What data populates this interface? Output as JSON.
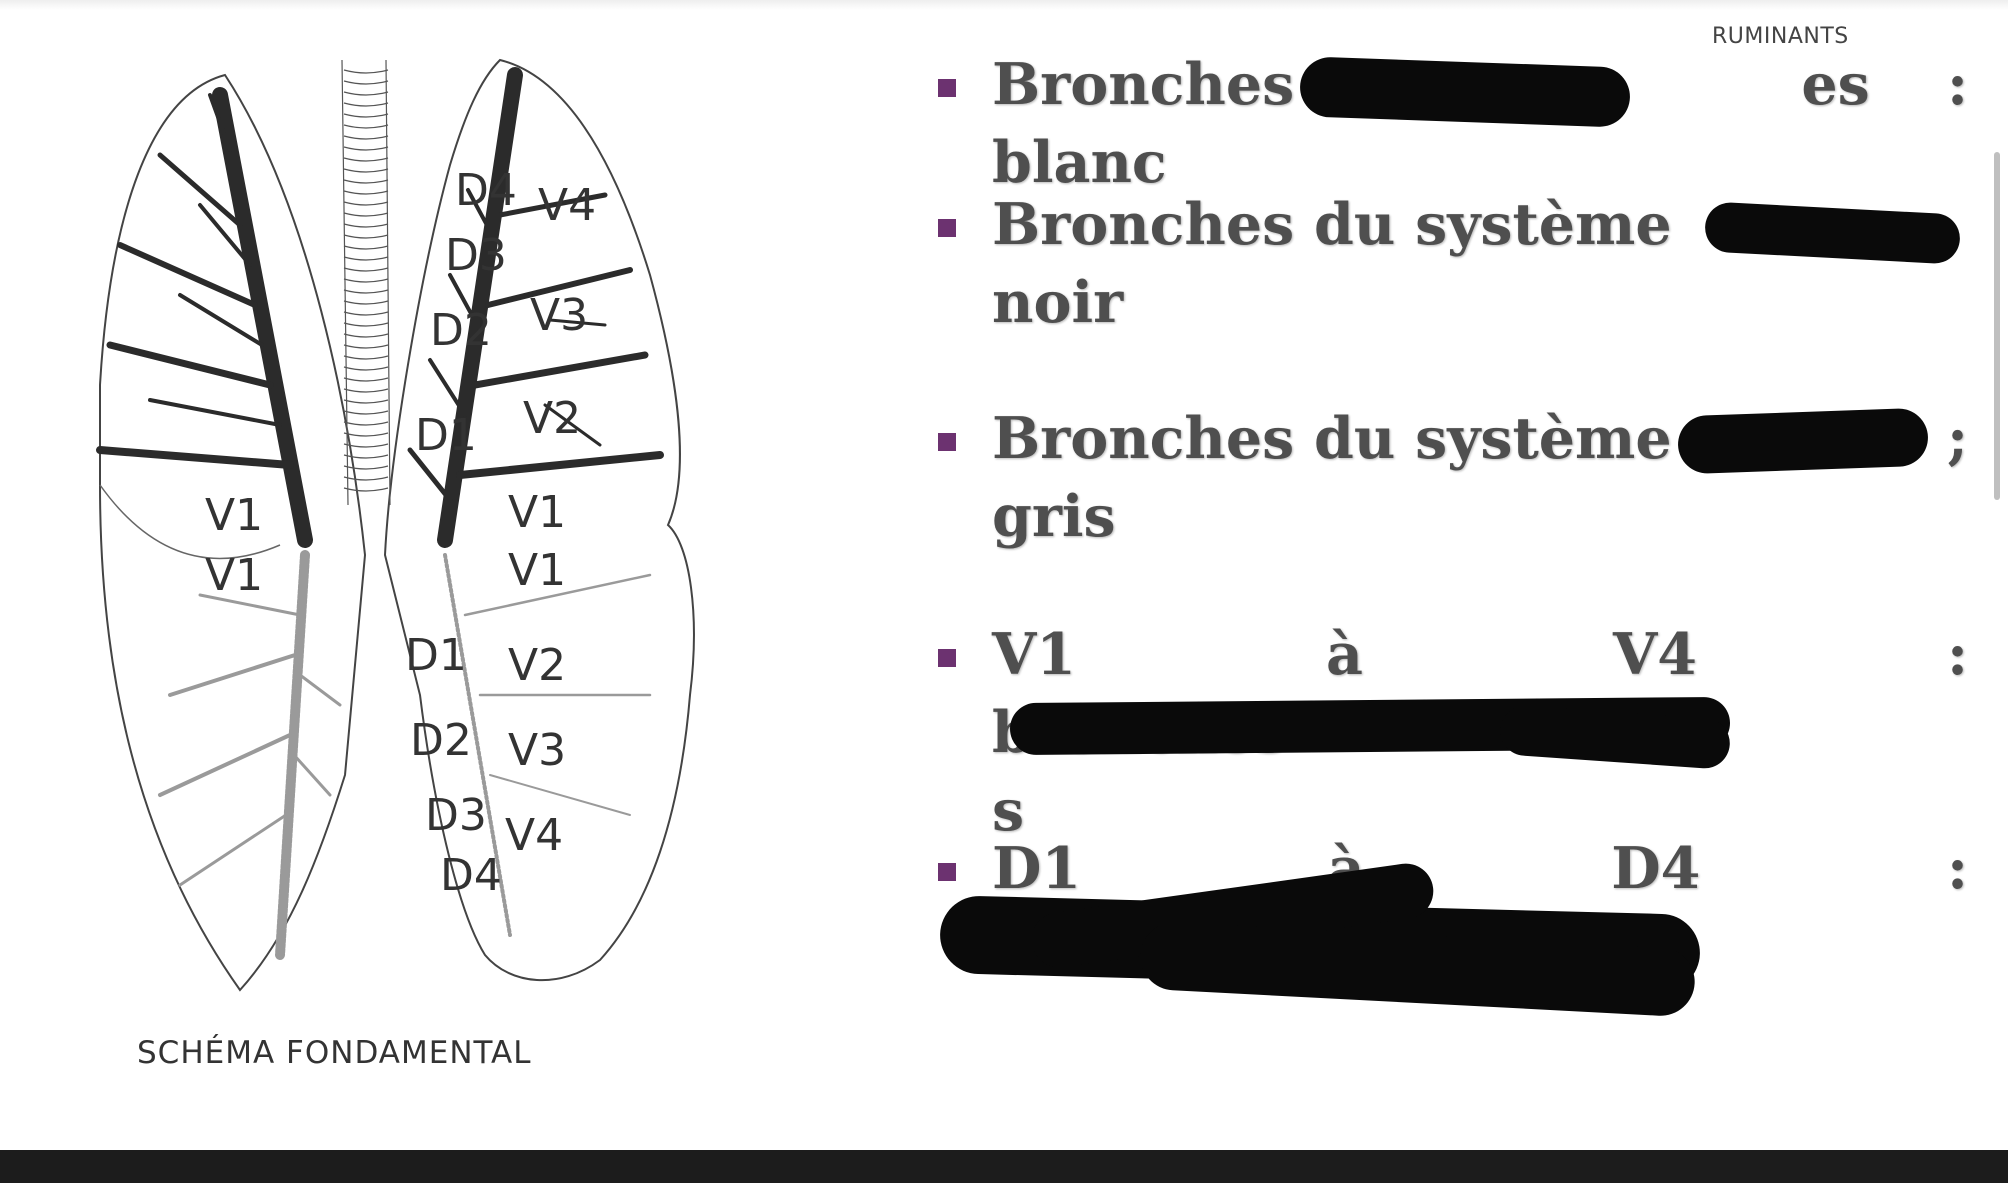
{
  "header": {
    "section_label": "RUMINANTS"
  },
  "diagram": {
    "caption": "SCHÉMA FONDAMENTAL",
    "upper_left_labels": [
      "V1"
    ],
    "upper_right_labels": [
      "D4",
      "V4",
      "D3",
      "V3",
      "D2",
      "D1",
      "V2",
      "V1"
    ],
    "lower_left_labels": [
      "V1"
    ],
    "lower_right_labels": [
      "V1",
      "D1",
      "V2",
      "D2",
      "V3",
      "D3",
      "V4",
      "D4"
    ]
  },
  "bullets": [
    {
      "lines": [
        "Bronches p",
        "es : blanc"
      ]
    },
    {
      "lines": [
        "Bronches du système",
        "noir"
      ]
    },
    {
      "lines": [
        "Bronches du système",
        "gris"
      ]
    },
    {
      "lines": [
        "V1 à V4 : bronches",
        "s"
      ]
    },
    {
      "lines": [
        "D1 à D4 : bronches",
        ""
      ]
    }
  ],
  "colors": {
    "bullet": "#6c3270",
    "text": "#4f4f4f",
    "redaction": "#0a0a0a",
    "bottom_bar": "#1c1c1c"
  }
}
